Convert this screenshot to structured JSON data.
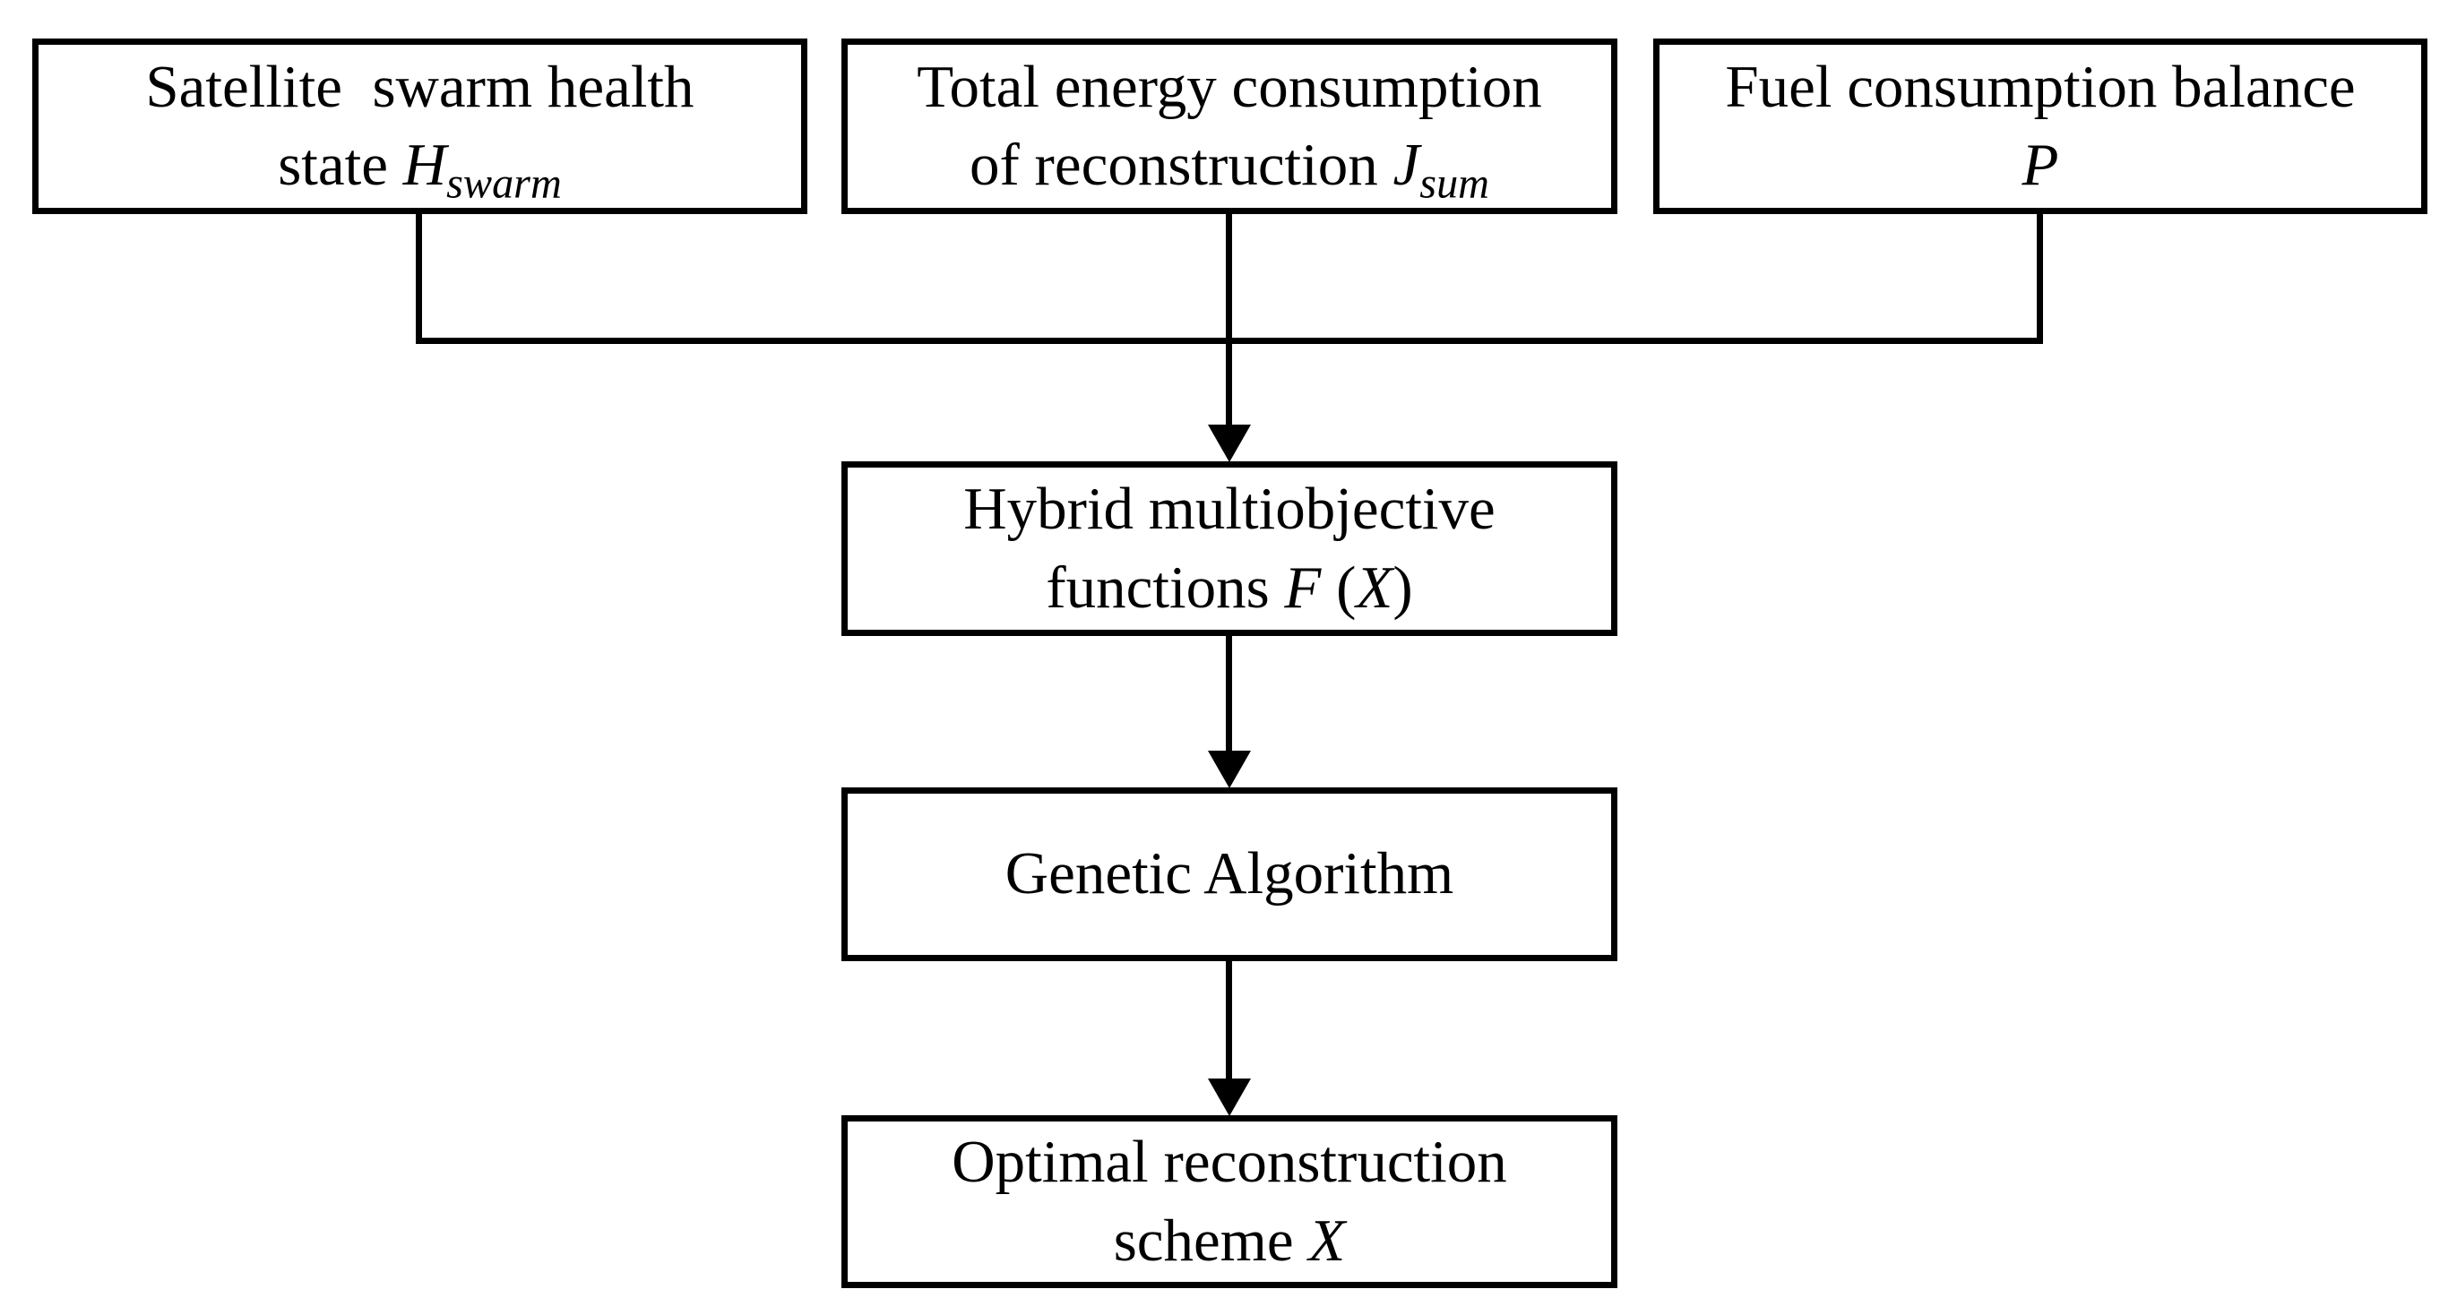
{
  "diagram": {
    "title": "Hybrid multiobjective optimization flowchart",
    "background_color": "#ffffff",
    "line_color": "#000000",
    "nodes": [
      {
        "id": "satellite-swarm-health",
        "lines": [
          [
            {
              "t": "Satellite  swarm health"
            }
          ],
          [
            {
              "t": "state "
            },
            {
              "t": "H",
              "i": true
            },
            {
              "t": "swarm",
              "i": true,
              "sub": true
            }
          ]
        ]
      },
      {
        "id": "total-energy-consumption",
        "lines": [
          [
            {
              "t": "Total energy consumption"
            }
          ],
          [
            {
              "t": "of reconstruction "
            },
            {
              "t": "J",
              "i": true
            },
            {
              "t": "sum",
              "i": true,
              "sub": true
            }
          ]
        ]
      },
      {
        "id": "fuel-consumption-balance",
        "lines": [
          [
            {
              "t": "Fuel consumption balance"
            }
          ],
          [
            {
              "t": "P",
              "i": true
            }
          ]
        ]
      },
      {
        "id": "hybrid-multiobjective-functions",
        "lines": [
          [
            {
              "t": "Hybrid multiobjective"
            }
          ],
          [
            {
              "t": "functions "
            },
            {
              "t": "F",
              "i": true
            },
            {
              "t": " ("
            },
            {
              "t": "X",
              "i": true
            },
            {
              "t": ")"
            }
          ]
        ]
      },
      {
        "id": "genetic-algorithm",
        "lines": [
          [
            {
              "t": "Genetic Algorithm"
            }
          ]
        ]
      },
      {
        "id": "optimal-reconstruction-scheme",
        "lines": [
          [
            {
              "t": "Optimal reconstruction"
            }
          ],
          [
            {
              "t": "scheme "
            },
            {
              "t": "X",
              "i": true
            }
          ]
        ]
      }
    ],
    "edges": [
      {
        "from": "satellite-swarm-health",
        "to": "hybrid-multiobjective-functions"
      },
      {
        "from": "total-energy-consumption",
        "to": "hybrid-multiobjective-functions"
      },
      {
        "from": "fuel-consumption-balance",
        "to": "hybrid-multiobjective-functions"
      },
      {
        "from": "hybrid-multiobjective-functions",
        "to": "genetic-algorithm"
      },
      {
        "from": "genetic-algorithm",
        "to": "optimal-reconstruction-scheme"
      }
    ]
  }
}
